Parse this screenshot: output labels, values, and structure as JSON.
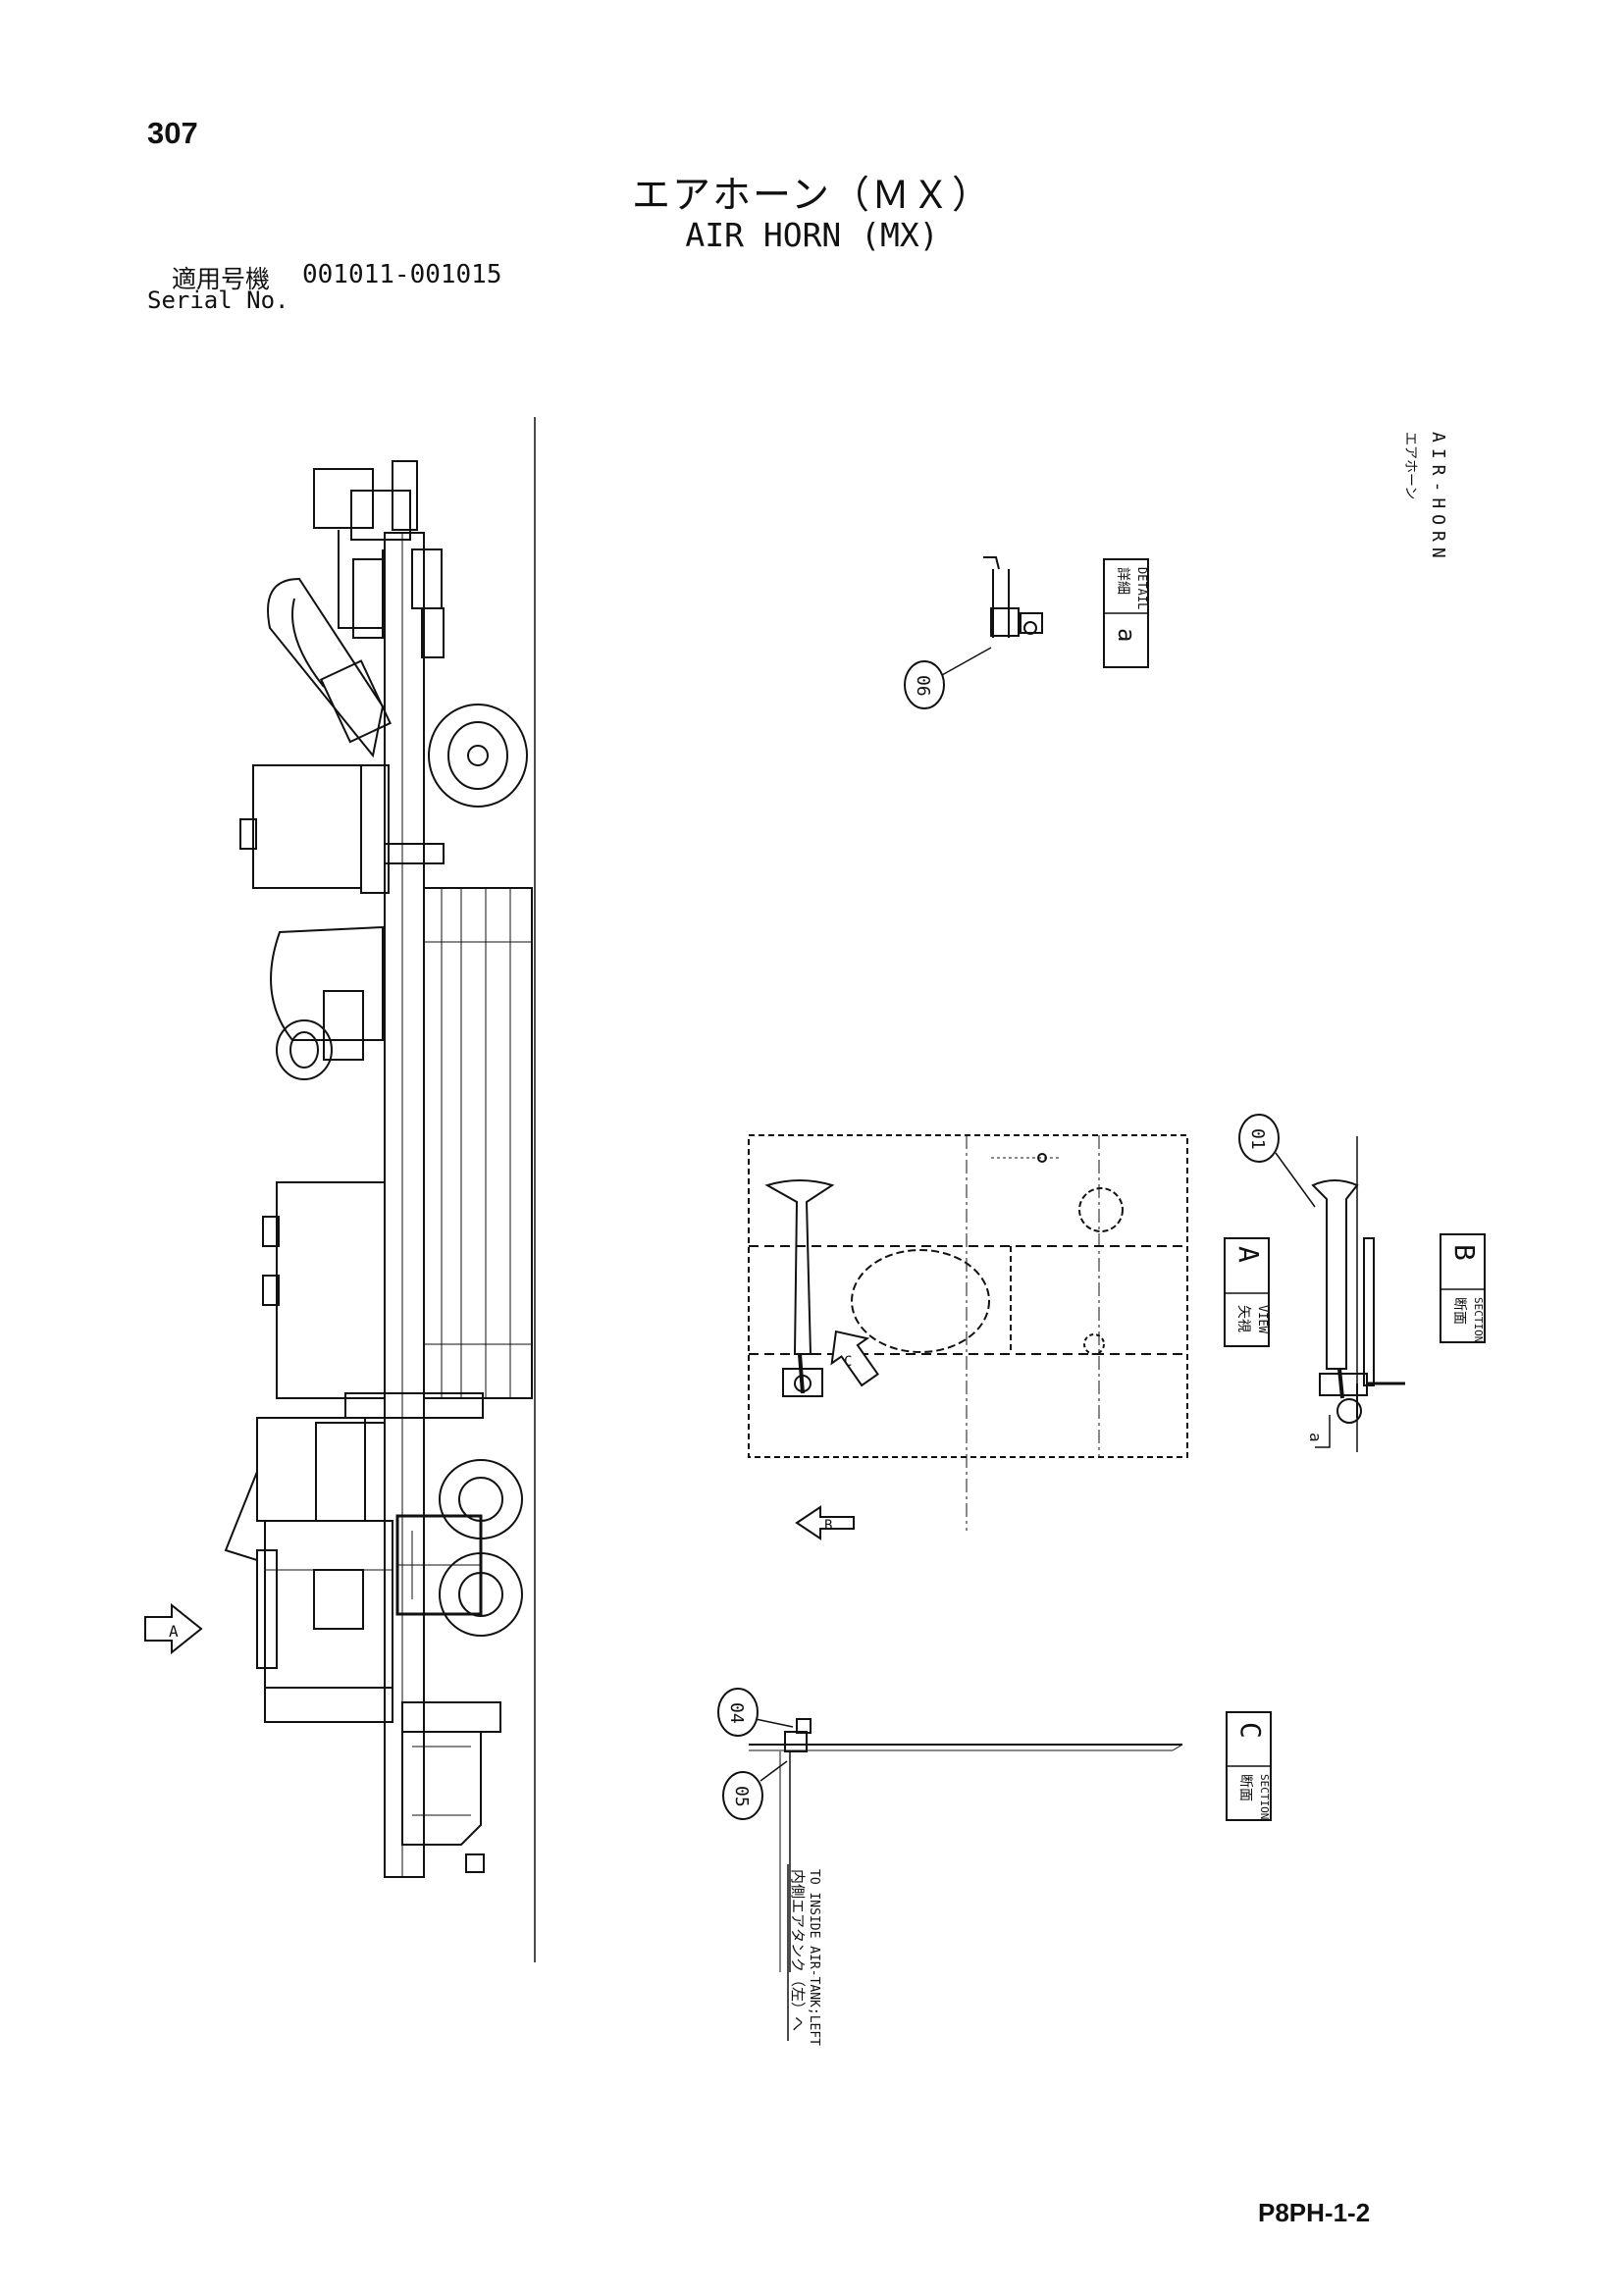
{
  "header": {
    "page_number": "307",
    "title_ja": "エアホーン（ＭＸ）",
    "title_en": "AIR HORN (MX)",
    "serial_label_ja": "適用号機",
    "serial_numbers": "001011-001015",
    "serial_label_en": "Serial No."
  },
  "side_label": {
    "ja": "エアホーン",
    "en": "AIR-HORN"
  },
  "views": {
    "view_a": {
      "ja": "矢視",
      "en": "VIEW",
      "letter": "A"
    },
    "section_b": {
      "ja": "断面",
      "en": "SECTION",
      "letter": "B"
    },
    "section_c": {
      "ja": "断面",
      "en": "SECTION",
      "letter": "C"
    },
    "detail_a": {
      "ja": "詳細",
      "en": "DETAIL",
      "letter": "a"
    }
  },
  "arrows": {
    "a": "A",
    "b": "B",
    "c": "C"
  },
  "callouts": {
    "p01": "01",
    "p04": "04",
    "p05": "05",
    "p06": "06"
  },
  "detail_marker": "a",
  "note": {
    "ja": "内側エアタンク（左）へ",
    "en": "TO INSIDE AIR-TANK;LEFT"
  },
  "footer": {
    "doc_code": "P8PH-1-2"
  },
  "icons": [
    "view-arrow-icon",
    "callout-circle-icon"
  ]
}
